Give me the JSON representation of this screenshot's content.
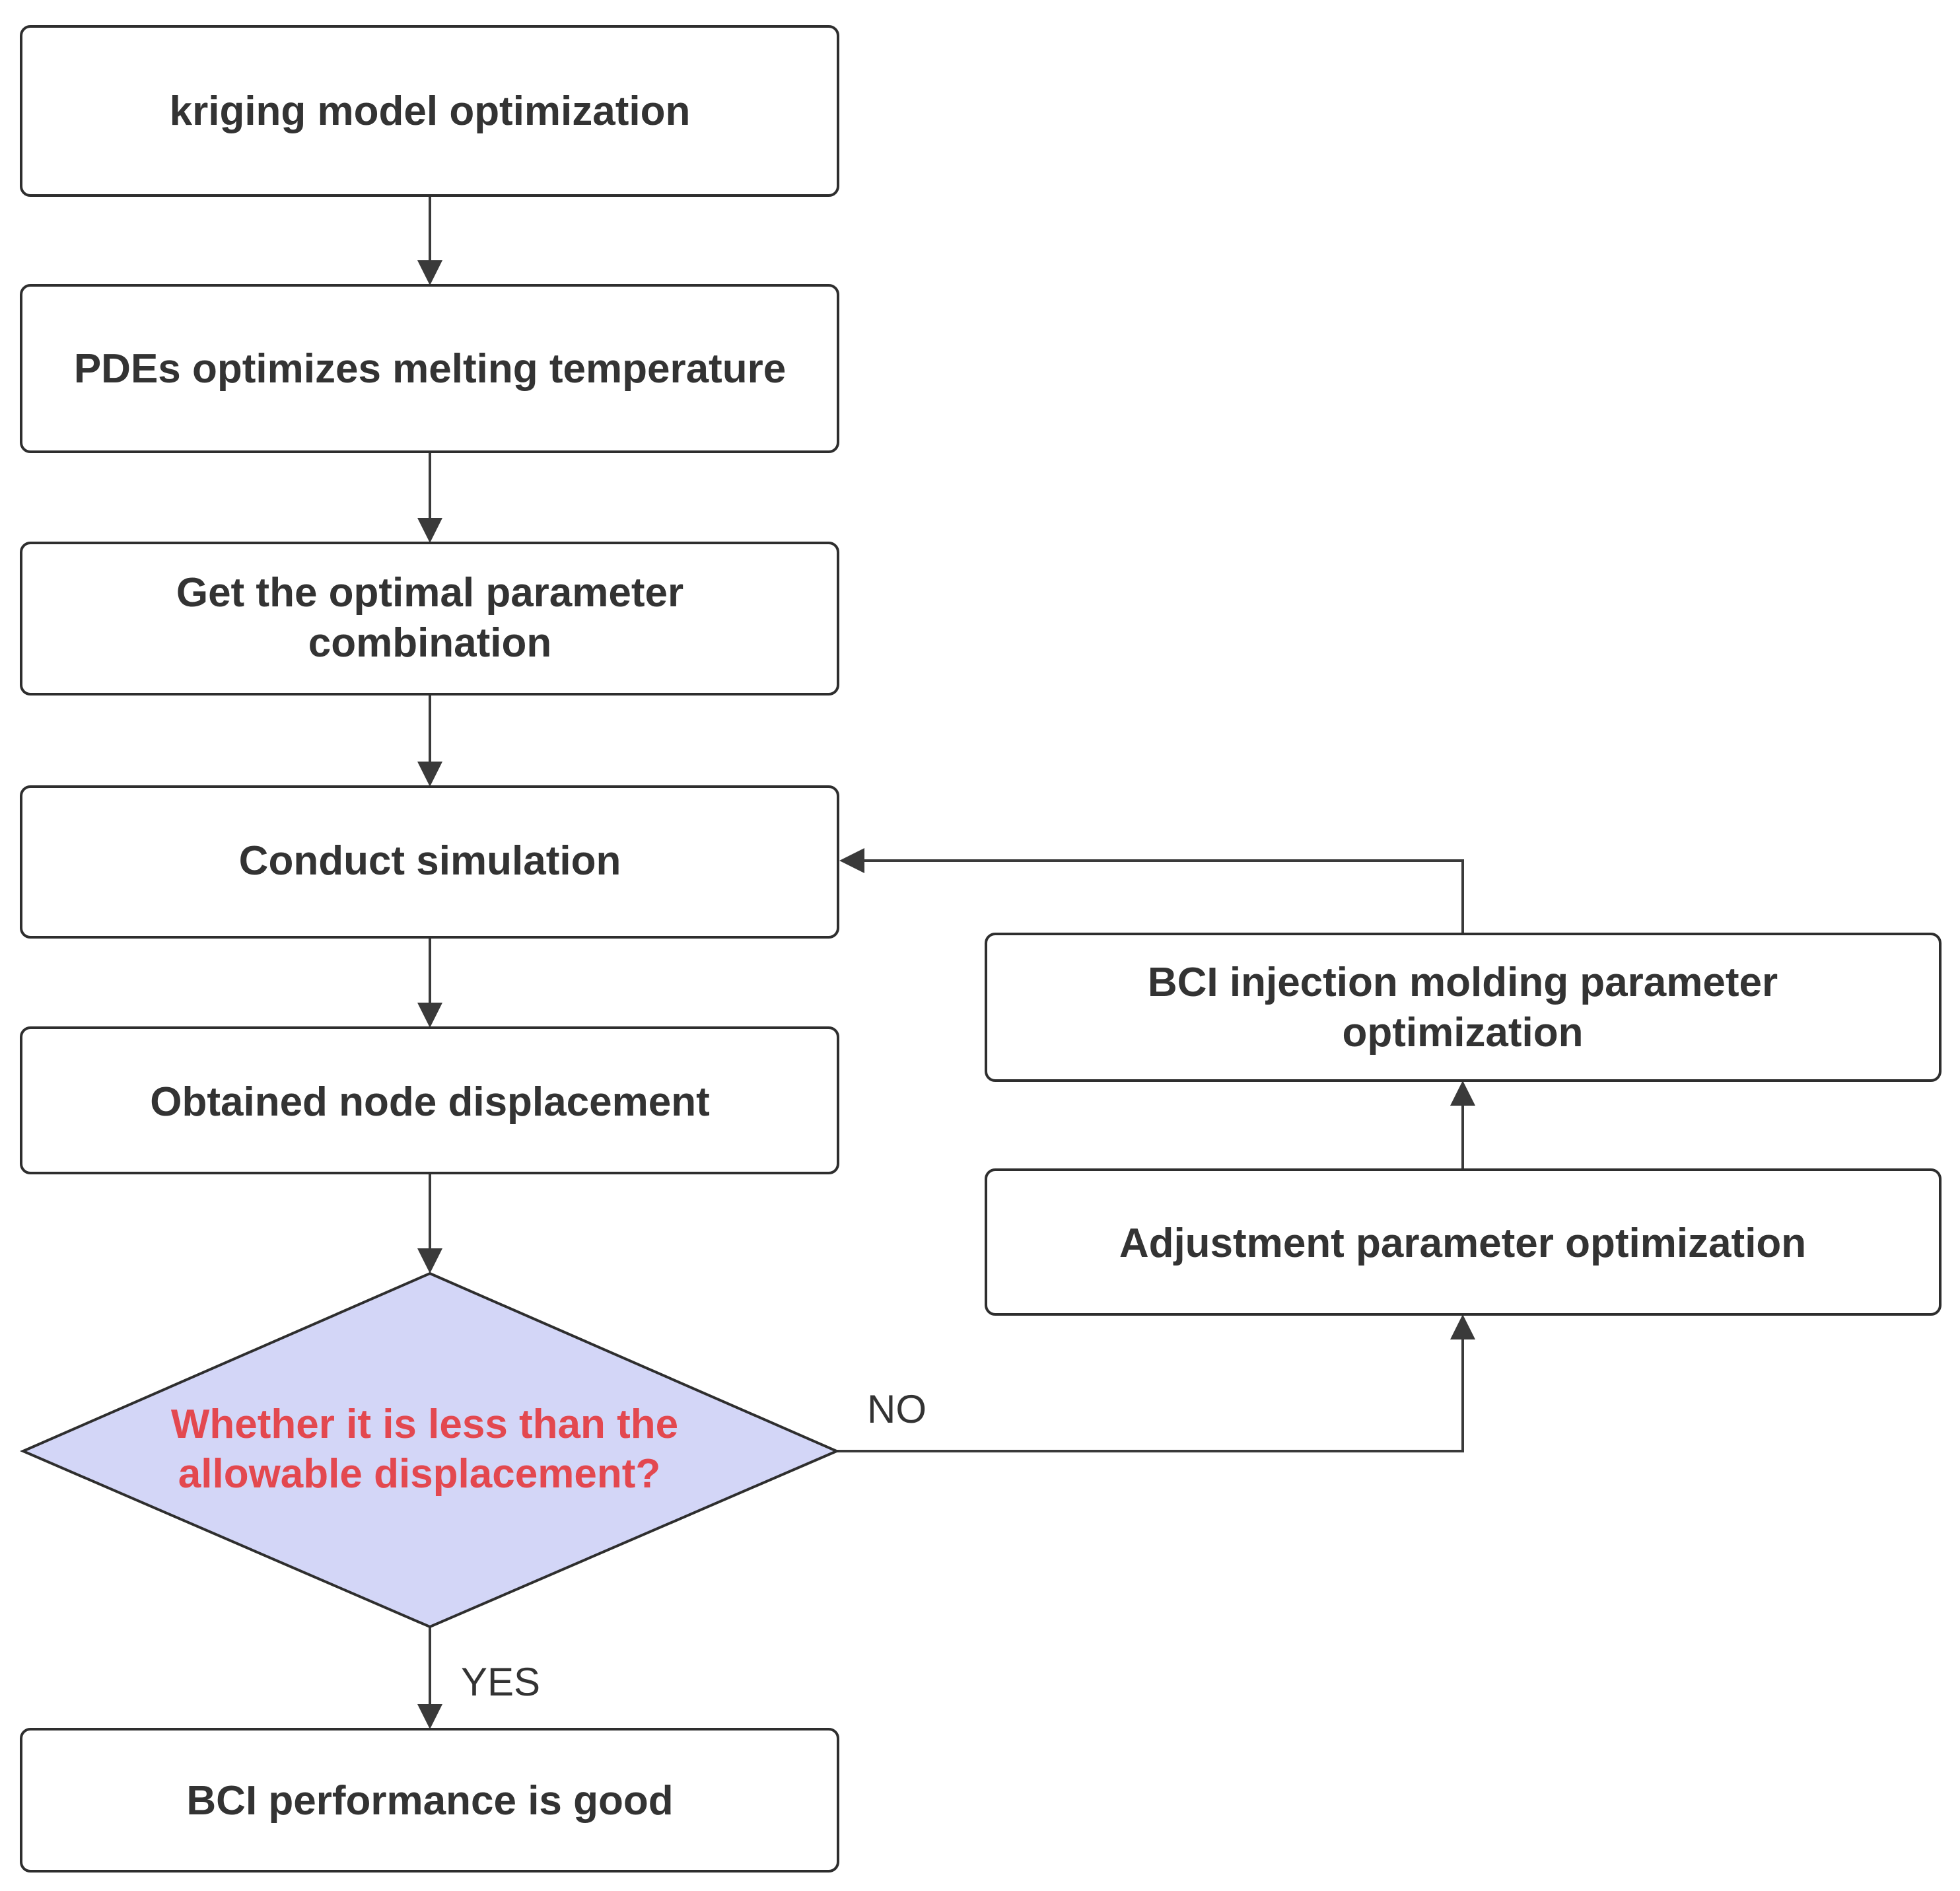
{
  "colors": {
    "box_fill": "#ffffff",
    "box_stroke": "#2e2e2e",
    "decision_fill": "#d3d6f7",
    "decision_text": "#e3484f",
    "text": "#333333",
    "edge": "#3a3a3a"
  },
  "nodes": {
    "kriging": {
      "line1": "kriging model optimization"
    },
    "pdes": {
      "line1": "PDEs optimizes melting temperature"
    },
    "optimal": {
      "line1": "Get the optimal parameter",
      "line2": "combination"
    },
    "simulation": {
      "line1": "Conduct simulation"
    },
    "node_disp": {
      "line1": "Obtained node displacement"
    },
    "decision": {
      "line1": "Whether it is less than the",
      "line2": "allowable displacement?"
    },
    "performance": {
      "line1": "BCI performance is good"
    },
    "bci_injection": {
      "line1": "BCI injection molding parameter",
      "line2": "optimization"
    },
    "adjustment": {
      "line1": "Adjustment parameter optimization"
    }
  },
  "edges": {
    "no_label": "NO",
    "yes_label": "YES"
  }
}
